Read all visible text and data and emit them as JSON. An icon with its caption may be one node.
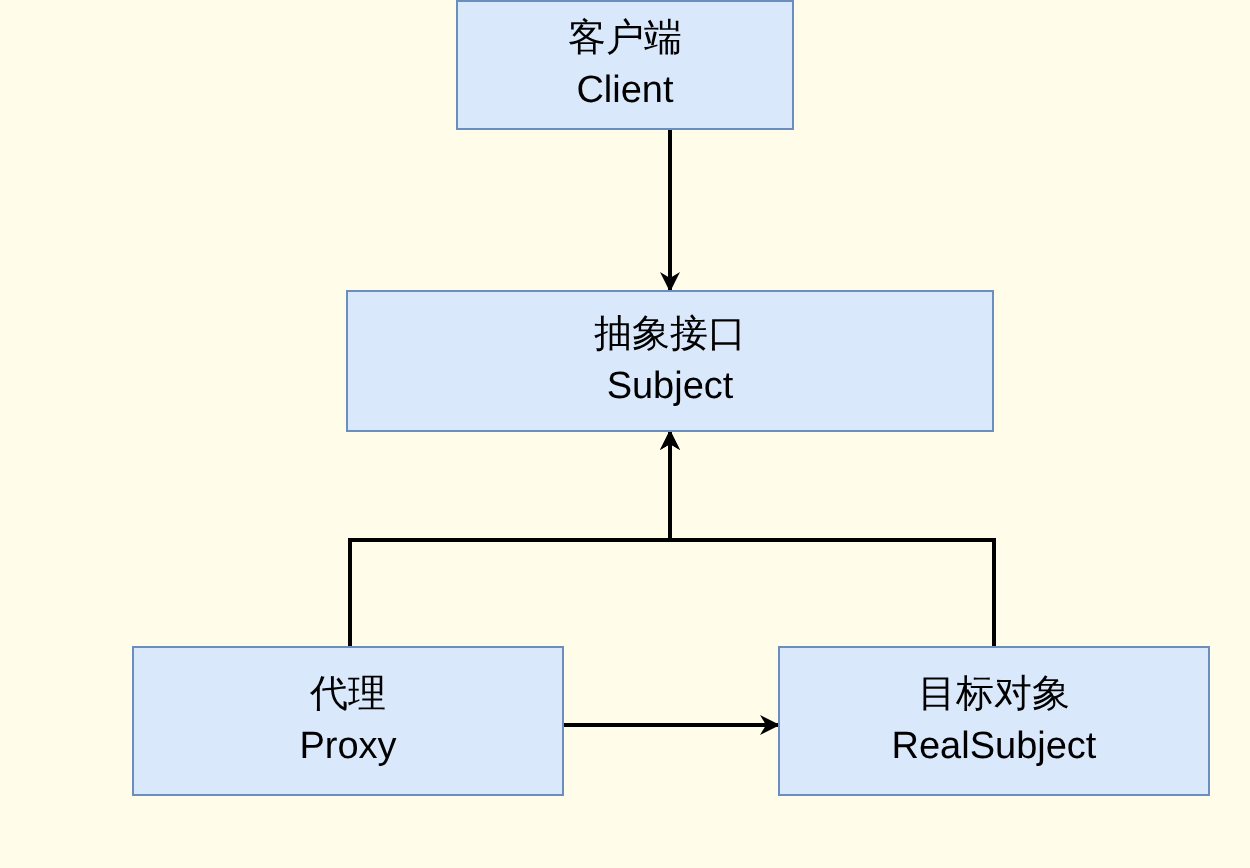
{
  "diagram": {
    "nodes": [
      {
        "text": [
          "客户端",
          "Client"
        ]
      },
      {
        "text": [
          "抽象接口",
          "Subject"
        ]
      },
      {
        "text": [
          "代理",
          "Proxy"
        ]
      },
      {
        "text": [
          "目标对象",
          "RealSubject"
        ]
      }
    ],
    "edges": [
      {
        "from": 0,
        "to": 1,
        "arrow": "to"
      },
      {
        "from": 2,
        "to": 1,
        "arrow": "to"
      },
      {
        "from": 3,
        "to": 1,
        "arrow": "to"
      },
      {
        "from": 2,
        "to": 3,
        "arrow": "to"
      }
    ]
  }
}
